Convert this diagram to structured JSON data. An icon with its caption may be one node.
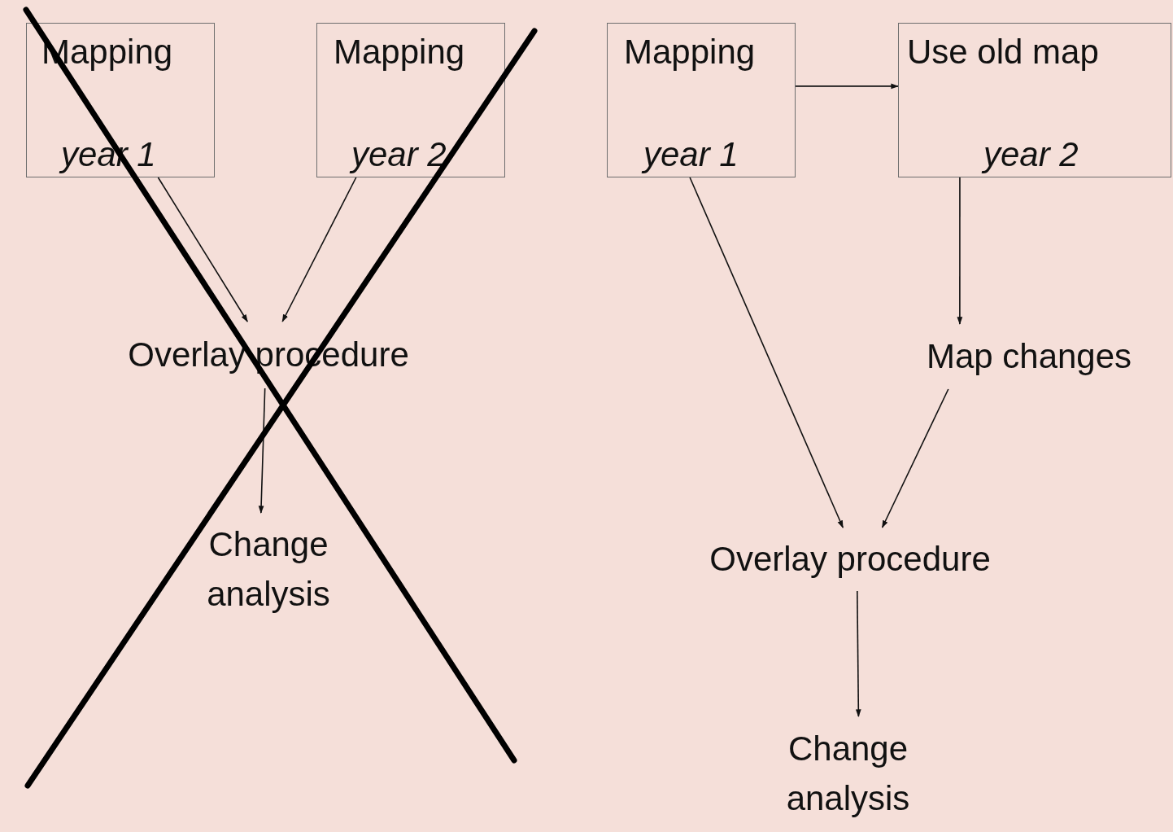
{
  "diagram": {
    "nodes": [
      {
        "text": [
          "Mapping",
          "year 1"
        ]
      },
      {
        "text": [
          "Mapping",
          "year 2"
        ]
      },
      {
        "text": [
          "Overlay procedure"
        ]
      },
      {
        "text": [
          "Change analysis"
        ]
      },
      {
        "text": [
          "Mapping",
          "year 1"
        ]
      },
      {
        "text": [
          "Use old map",
          "year 2"
        ]
      },
      {
        "text": [
          "Map changes"
        ]
      },
      {
        "text": [
          "Overlay procedure"
        ]
      },
      {
        "text": [
          "Change analysis"
        ]
      }
    ],
    "edges": [
      {
        "from": 0,
        "to": 2,
        "arrow": "to"
      },
      {
        "from": 1,
        "to": 2,
        "arrow": "to"
      },
      {
        "from": 2,
        "to": 3,
        "arrow": "to"
      },
      {
        "from": 4,
        "to": 5,
        "arrow": "to"
      },
      {
        "from": 5,
        "to": 6,
        "arrow": "to"
      },
      {
        "from": 4,
        "to": 7,
        "arrow": "to"
      },
      {
        "from": 6,
        "to": 7,
        "arrow": "to"
      },
      {
        "from": 7,
        "to": 8,
        "arrow": "to"
      }
    ]
  }
}
